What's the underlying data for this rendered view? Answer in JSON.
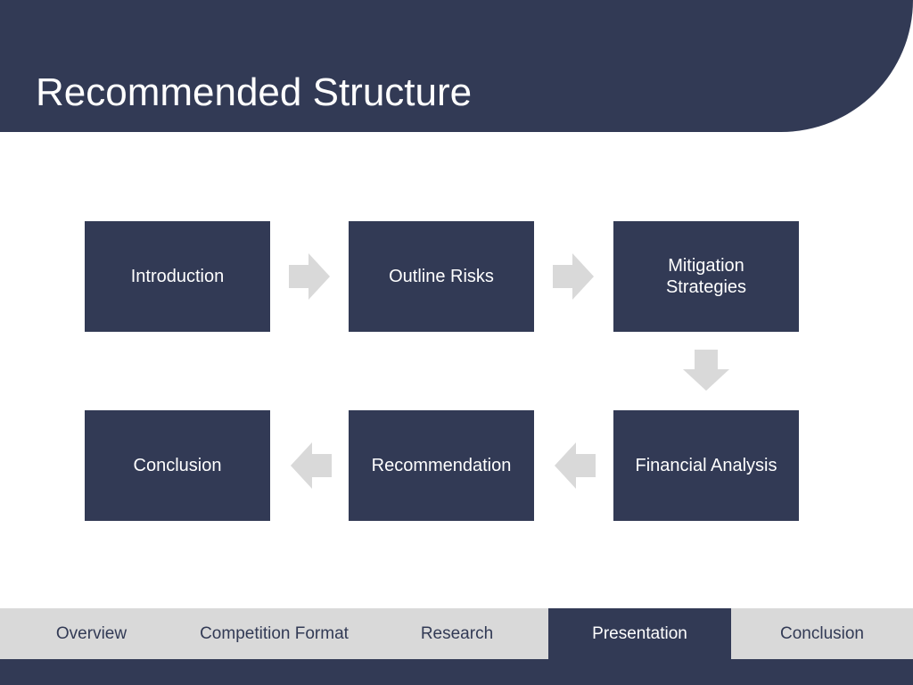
{
  "slide": {
    "title": "Recommended Structure"
  },
  "flow": {
    "steps": [
      {
        "label": "Introduction"
      },
      {
        "label": "Outline Risks"
      },
      {
        "label": "Mitigation Strategies"
      },
      {
        "label": "Financial Analysis"
      },
      {
        "label": "Recommendation"
      },
      {
        "label": "Conclusion"
      }
    ],
    "box_color": "#323a55",
    "arrow_color": "#d9d9d9"
  },
  "nav": {
    "items": [
      {
        "label": "Overview"
      },
      {
        "label": "Competition Format"
      },
      {
        "label": "Research"
      },
      {
        "label": "Presentation",
        "active": true
      },
      {
        "label": "Conclusion"
      }
    ]
  },
  "theme": {
    "primary": "#323a55",
    "nav_bg": "#d9d9d9",
    "text_light": "#ffffff"
  }
}
